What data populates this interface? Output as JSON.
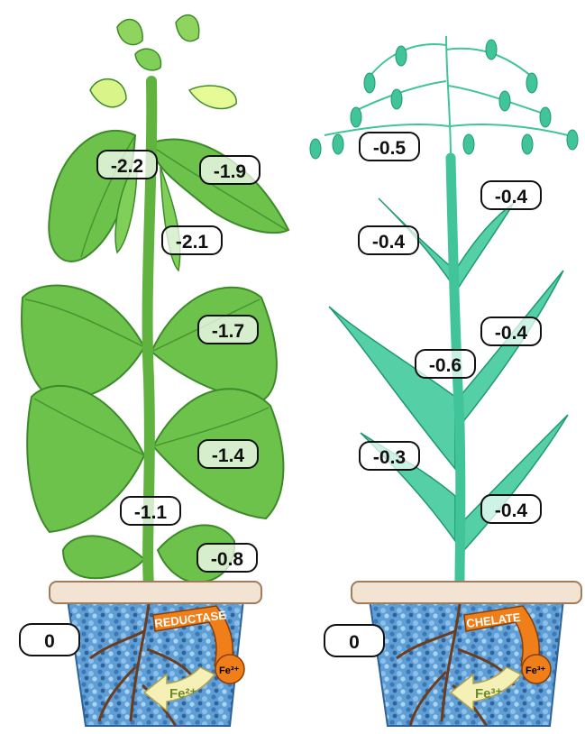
{
  "left_plant": {
    "labels": [
      "-2.2",
      "-1.9",
      "-2.1",
      "-1.7",
      "-1.4",
      "-1.1",
      "-0.8",
      "0"
    ],
    "process": "REDUCTASE",
    "fe_in": "Fe³⁺",
    "fe_out": "Fe²⁺"
  },
  "right_plant": {
    "labels": [
      "-0.5",
      "-0.4",
      "-0.4",
      "-0.4",
      "-0.6",
      "-0.3",
      "-0.4",
      "0"
    ],
    "process": "CHELATE",
    "fe_in": "Fe³⁺",
    "fe_out": "Fe³⁺"
  },
  "colors": {
    "dicot_leaf": "#6cc24a",
    "dicot_vein": "#3e8a2a",
    "grass_leaf": "#41c49a",
    "grass_dark": "#1f9a6e",
    "pot_rim": "#f3e3d3",
    "soil": "#5a9bd0",
    "root": "#6b3d1e",
    "arrow_orange": "#f07f1a",
    "arrow_cream": "#f5f0b5"
  }
}
